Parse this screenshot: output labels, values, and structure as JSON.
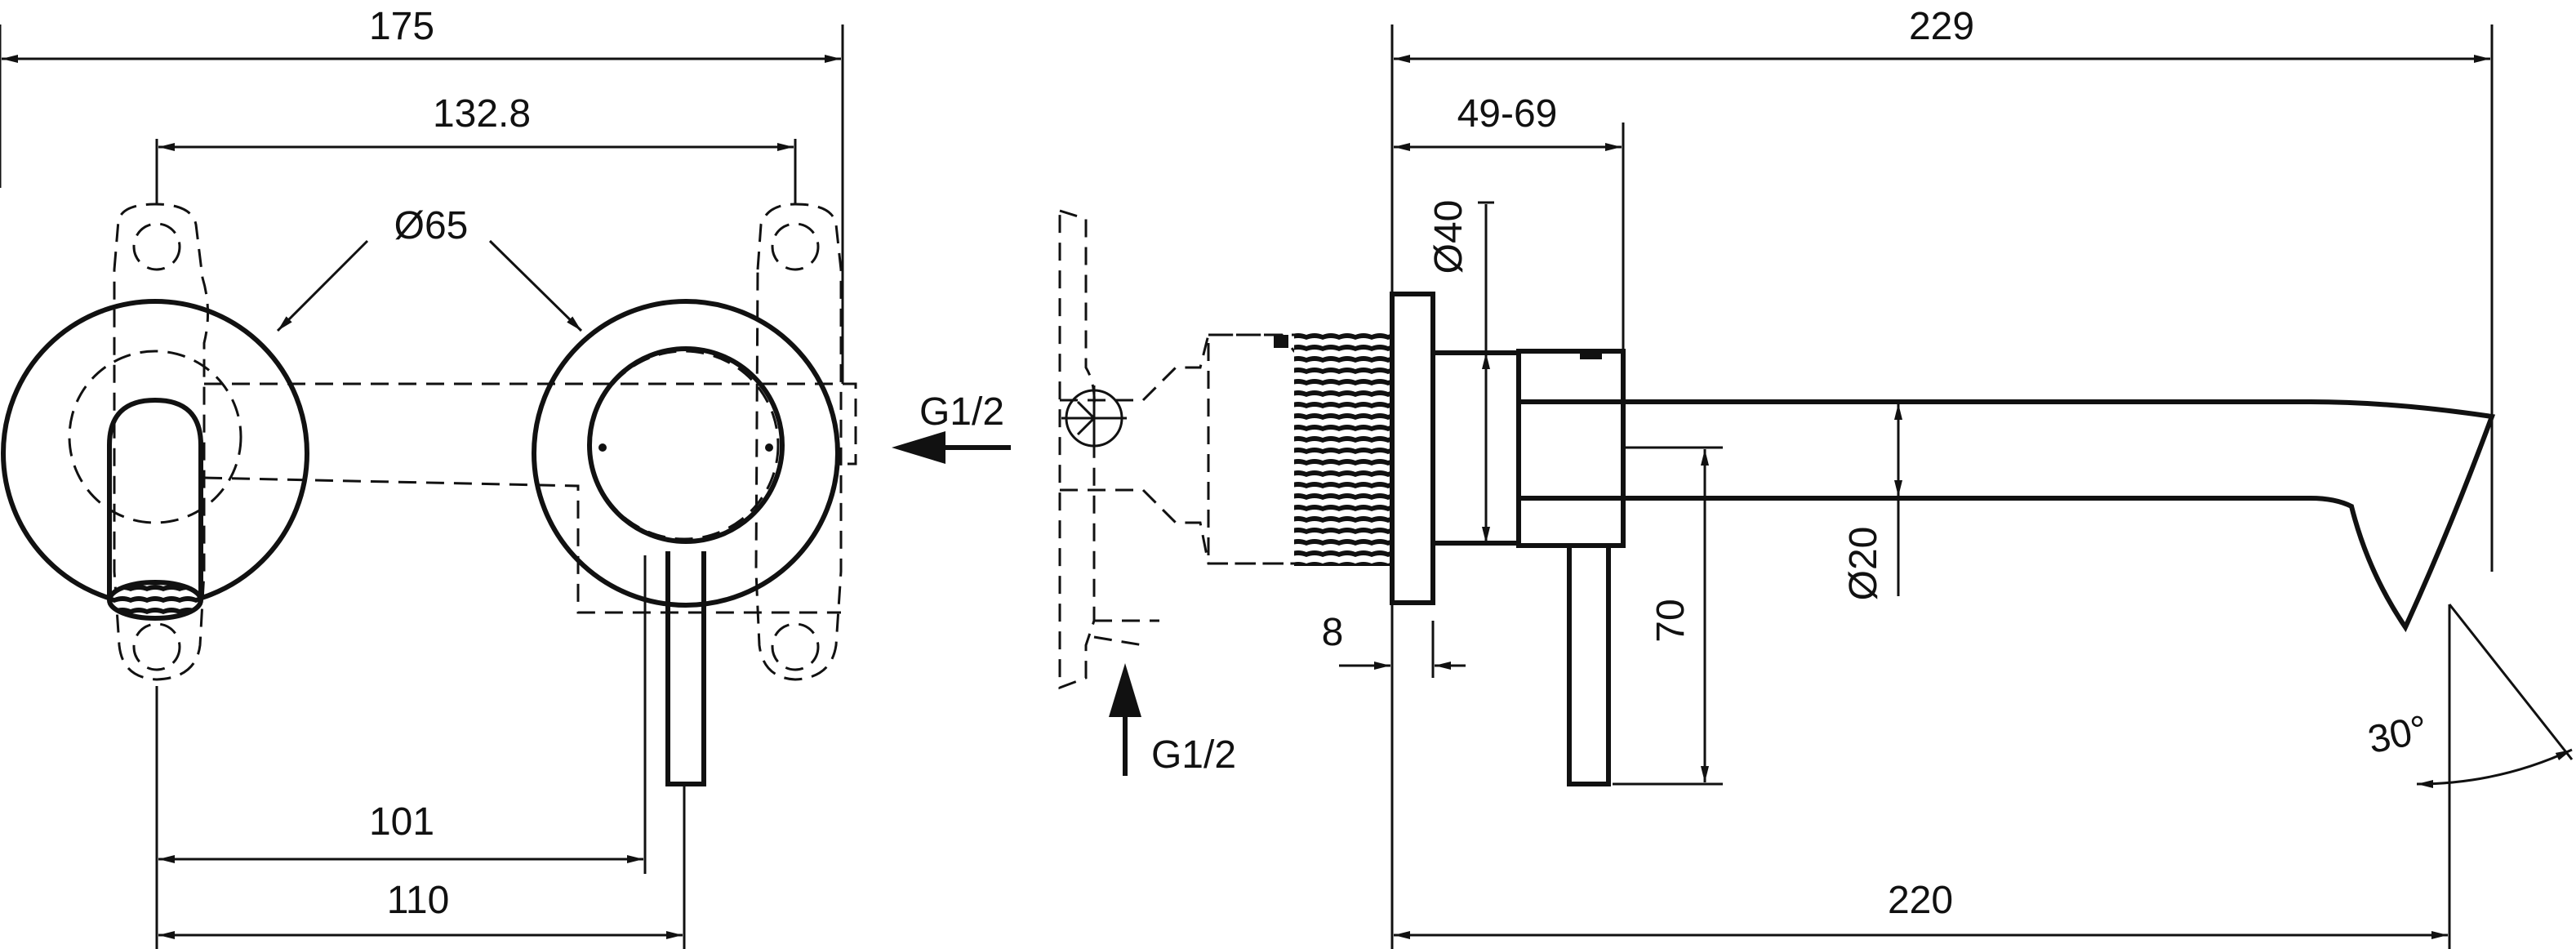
{
  "dimensions": {
    "front_total_width": "175",
    "front_centers": "132.8",
    "rosette_diameter": "Ø65",
    "lower_101": "101",
    "lower_110": "110",
    "side_total": "229",
    "wall_depth": "49-69",
    "body_diameter": "Ø40",
    "spout_diameter": "Ø20",
    "plate_thickness": "8",
    "handle_height": "70",
    "spout_reach": "220",
    "spout_angle": "30°"
  },
  "connections": {
    "inlet_side": "G1/2",
    "inlet_bottom": "G1/2"
  },
  "colors": {
    "line": "#111111",
    "background": "#ffffff"
  }
}
